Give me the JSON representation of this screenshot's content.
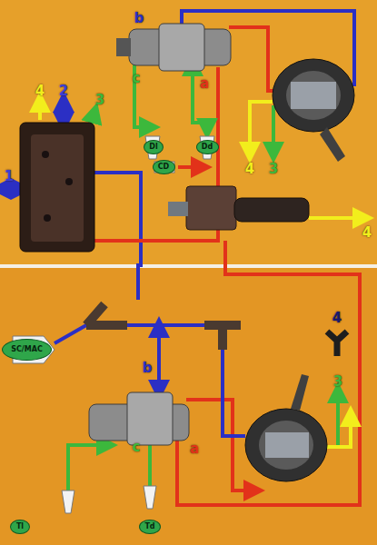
{
  "diagram": {
    "nodes": [
      {
        "text": [
          "Dl"
        ]
      },
      {
        "text": [
          "Dd"
        ]
      },
      {
        "text": [
          "CD"
        ]
      },
      {
        "text": [
          "SC/MAC"
        ]
      },
      {
        "text": [
          "Tl"
        ]
      },
      {
        "text": [
          "Td"
        ]
      }
    ],
    "labels": [
      "b",
      "4",
      "2",
      "3",
      "c",
      "a",
      "1",
      "4",
      "3",
      "4",
      "4",
      "3",
      "b",
      "c",
      "a"
    ]
  }
}
